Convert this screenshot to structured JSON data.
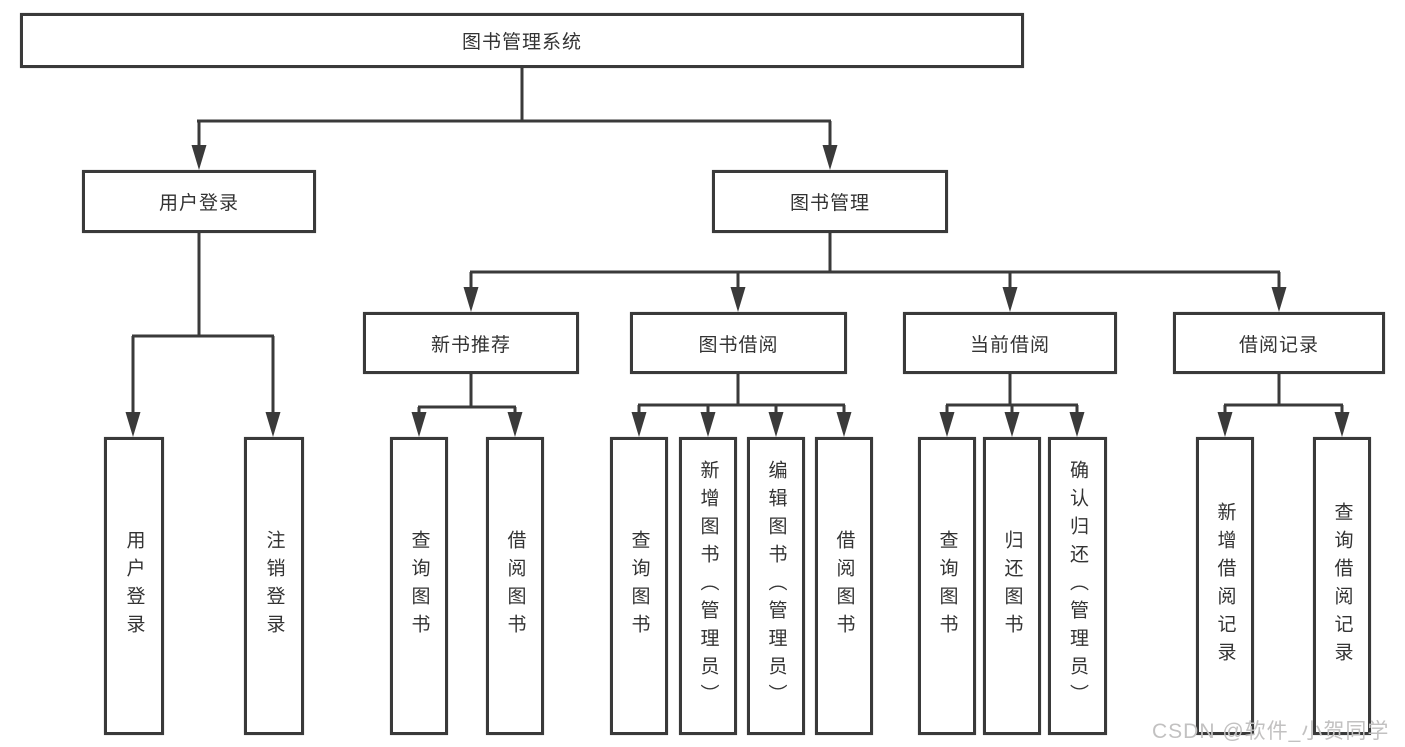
{
  "diagram": {
    "root": "图书管理系统",
    "level2": {
      "user_login": "用户登录",
      "book_management": "图书管理"
    },
    "level3": {
      "new_book_recommend": "新书推荐",
      "book_borrow": "图书借阅",
      "current_borrow": "当前借阅",
      "borrow_records": "借阅记录"
    },
    "leaves": {
      "user_login": "用户登录",
      "logout": "注销登录",
      "nb_query_book": "查询图书",
      "nb_borrow_book": "借阅图书",
      "bb_query_book": "查询图书",
      "bb_add_book_admin": "新增图书（管理员）",
      "bb_edit_book_admin": "编辑图书（管理员）",
      "bb_borrow_book": "借阅图书",
      "cb_query_book": "查询图书",
      "cb_return_book": "归还图书",
      "cb_confirm_return_admin": "确认归还（管理员）",
      "br_add_record": "新增借阅记录",
      "br_query_record": "查询借阅记录"
    }
  },
  "watermark": "CSDN @软件_小贺同学",
  "colors": {
    "line": "#3a3a3a",
    "text": "#333333",
    "watermark": "#c2c1c1"
  }
}
